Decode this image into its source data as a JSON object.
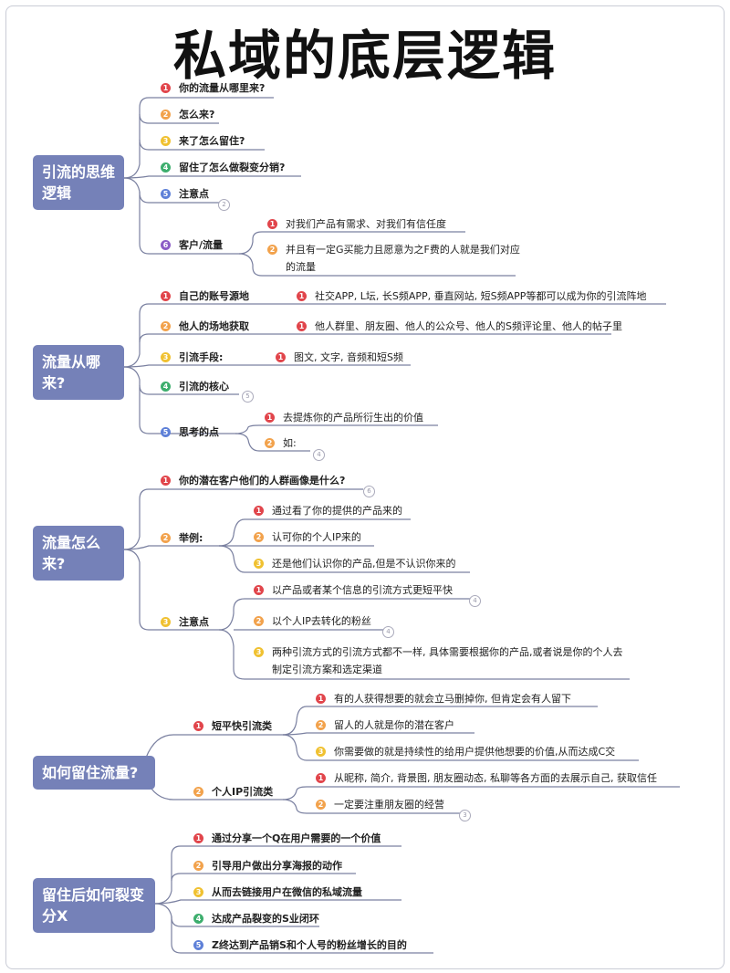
{
  "title": "私域的底层逻辑",
  "colors": {
    "section_bg": "#7581b8",
    "lines": "#7a80a0",
    "n1": "#e1454b",
    "n2": "#f2a24c",
    "n3": "#f0c131",
    "n4": "#3dae6d",
    "n5": "#5e80d8",
    "n6": "#8b5cc6"
  },
  "sections": [
    {
      "label": "引流的思维逻辑",
      "items": [
        {
          "num": "1",
          "text": "你的流量从哪里来?"
        },
        {
          "num": "2",
          "text": "怎么来?"
        },
        {
          "num": "3",
          "text": "来了怎么留住?"
        },
        {
          "num": "4",
          "text": "留住了怎么做裂变分销?"
        },
        {
          "num": "5",
          "text": "注意点",
          "badge": "2"
        },
        {
          "num": "6",
          "text": "客户/流量",
          "children": [
            {
              "num": "1",
              "text": "对我们产品有需求、对我们有信任度"
            },
            {
              "num": "2",
              "text": "并且有一定G买能力且愿意为之F费的人就是我们对应的流量"
            }
          ]
        }
      ]
    },
    {
      "label": "流量从哪来?",
      "items": [
        {
          "num": "1",
          "text": "自己的账号源地",
          "children": [
            {
              "num": "1",
              "text": "社交APP, L坛, 长S频APP, 垂直网站, 短S频APP等都可以成为你的引流阵地"
            }
          ]
        },
        {
          "num": "2",
          "text": "他人的场地获取",
          "children": [
            {
              "num": "1",
              "text": "他人群里、朋友圈、他人的公众号、他人的S频评论里、他人的帖子里"
            }
          ]
        },
        {
          "num": "3",
          "text": "引流手段:",
          "children": [
            {
              "num": "1",
              "text": "图文, 文字, 音频和短S频"
            }
          ]
        },
        {
          "num": "4",
          "text": "引流的核心",
          "badge": "5"
        },
        {
          "num": "5",
          "text": "思考的点",
          "children": [
            {
              "num": "1",
              "text": "去提炼你的产品所衍生出的价值"
            },
            {
              "num": "2",
              "text": "如:",
              "badge": "4"
            }
          ]
        }
      ]
    },
    {
      "label": "流量怎么来?",
      "items": [
        {
          "num": "1",
          "text": "你的潜在客户他们的人群画像是什么?",
          "badge": "6"
        },
        {
          "num": "2",
          "text": "举例:",
          "children": [
            {
              "num": "1",
              "text": "通过看了你的提供的产品来的"
            },
            {
              "num": "2",
              "text": "认可你的个人IP来的"
            },
            {
              "num": "3",
              "text": "还是他们认识你的产品,但是不认识你来的"
            }
          ]
        },
        {
          "num": "3",
          "text": "注意点",
          "children": [
            {
              "num": "1",
              "text": "以产品或者某个信息的引流方式更短平快",
              "badge": "4"
            },
            {
              "num": "2",
              "text": "以个人IP去转化的粉丝",
              "badge": "4"
            },
            {
              "num": "3",
              "text": "两种引流方式的引流方式都不一样, 具体需要根据你的产品,或者说是你的个人去制定引流方案和选定渠道"
            }
          ]
        }
      ]
    },
    {
      "label": "如何留住流量?",
      "items": [
        {
          "num": "1",
          "text": "短平快引流类",
          "children": [
            {
              "num": "1",
              "text": "有的人获得想要的就会立马删掉你, 但肯定会有人留下"
            },
            {
              "num": "2",
              "text": "留人的人就是你的潜在客户"
            },
            {
              "num": "3",
              "text": "你需要做的就是持续性的给用户提供他想要的价值,从而达成C交"
            }
          ]
        },
        {
          "num": "2",
          "text": "个人IP引流类",
          "children": [
            {
              "num": "1",
              "text": "从昵称, 简介, 背景图, 朋友圈动态, 私聊等各方面的去展示自己, 获取信任"
            },
            {
              "num": "2",
              "text": "一定要注重朋友圈的经营",
              "badge": "3"
            }
          ]
        }
      ]
    },
    {
      "label": "留住后如何裂变分X",
      "items": [
        {
          "num": "1",
          "text": "通过分享一个Q在用户需要的一个价值"
        },
        {
          "num": "2",
          "text": "引导用户做出分享海报的动作"
        },
        {
          "num": "3",
          "text": "从而去链接用户在微信的私域流量"
        },
        {
          "num": "4",
          "text": "达成产品裂变的S业闭环"
        },
        {
          "num": "5",
          "text": "Z终达到产品销S和个人号的粉丝增长的目的"
        }
      ]
    }
  ]
}
